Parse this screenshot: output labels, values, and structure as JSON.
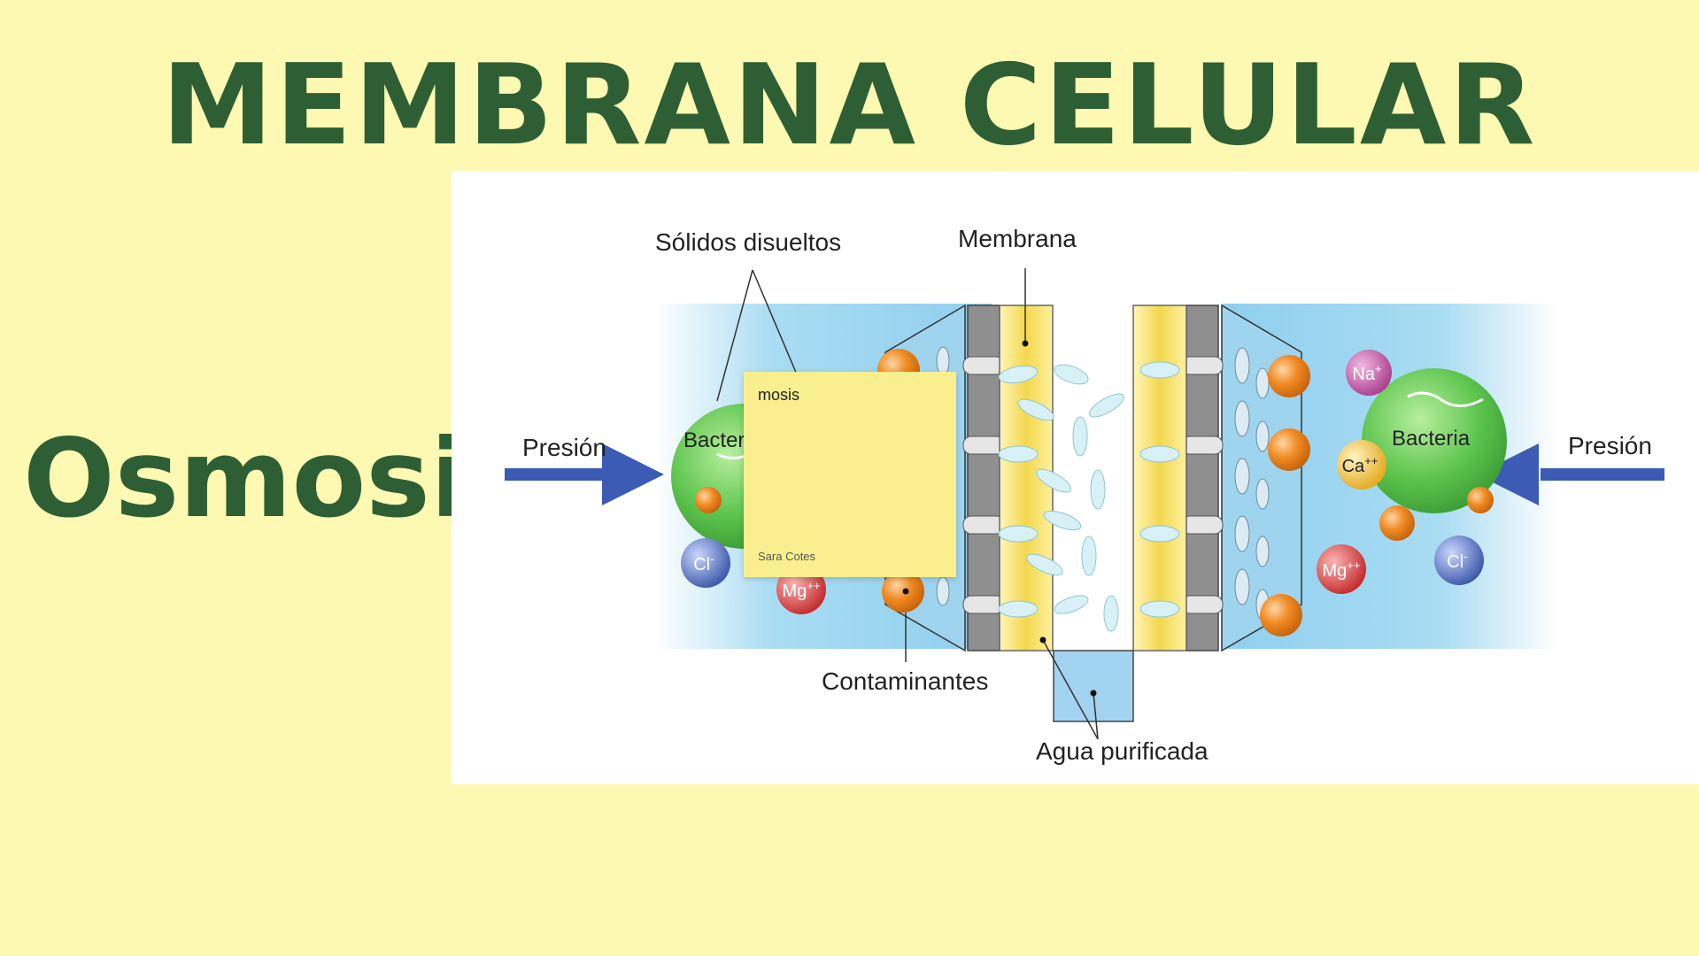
{
  "slide": {
    "title": "MEMBRANA CELULAR",
    "subtitle": "Osmosis"
  },
  "diagram": {
    "labels": {
      "solidos": "Sólidos disueltos",
      "membrana": "Membrana",
      "presion_left": "Presión",
      "presion_right": "Presión",
      "bacteria_left": "Bacteria",
      "bacteria_right": "Bacteria",
      "contaminantes": "Contaminantes",
      "agua": "Agua purificada"
    },
    "ions": {
      "na": "Na",
      "na_charge": "+",
      "ca": "Ca",
      "ca_charge": "++",
      "mg": "Mg",
      "mg_charge": "++",
      "cl": "Cl",
      "cl_charge": "-"
    }
  },
  "note": {
    "text": "mosis",
    "author": "Sara Cotes"
  },
  "colors": {
    "background": "#fdf8b2",
    "title": "#2e5f34",
    "water": "#a9dcf3",
    "arrow": "#3c5bb5",
    "membrane_yellow": "#f3e06a",
    "membrane_gray": "#8f8f8f",
    "bacteria": "#5cc44d",
    "contaminant": "#f08a22",
    "na_ion": "#b8459c",
    "ca_ion": "#f3c631",
    "mg_ion": "#d53a3a",
    "cl_ion": "#4968b8",
    "note": "#f9ef8e"
  }
}
